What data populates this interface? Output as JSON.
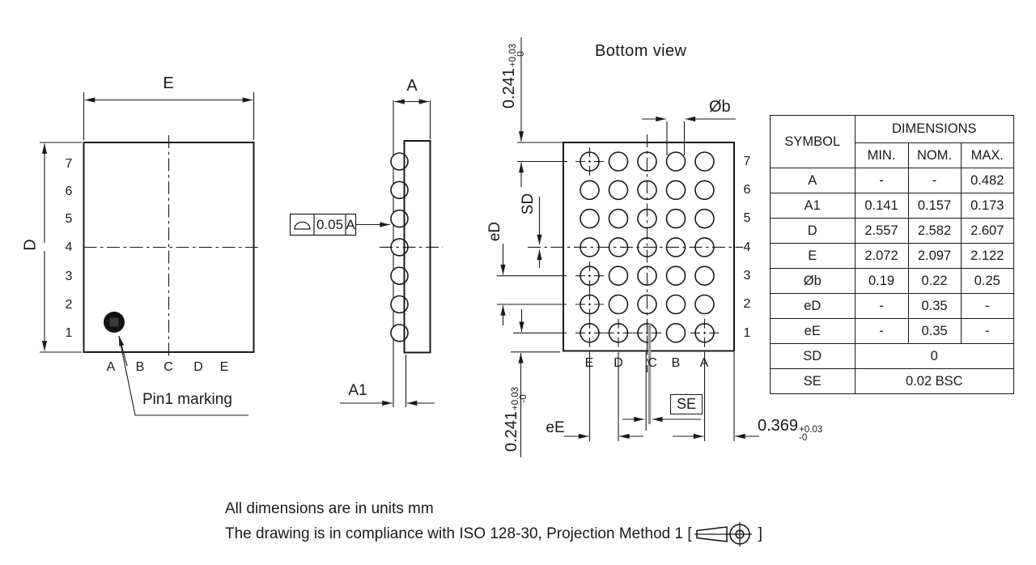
{
  "top_view": {
    "dim_e_label": "E",
    "dim_d_label": "D",
    "row_labels": [
      "7",
      "6",
      "5",
      "4",
      "3",
      "2",
      "1"
    ],
    "col_labels": [
      "A",
      "B",
      "C",
      "D",
      "E"
    ],
    "pin1_label": "Pin1 marking"
  },
  "side_view": {
    "dim_a_label": "A",
    "dim_a1_label": "A1",
    "fcf": {
      "tolerance": "0.05",
      "datum": "A"
    }
  },
  "bottom_view": {
    "title": "Bottom view",
    "row_labels": [
      "7",
      "6",
      "5",
      "4",
      "3",
      "2",
      "1"
    ],
    "col_labels": [
      "E",
      "D",
      "C",
      "B",
      "A"
    ],
    "ob_label": "Øb",
    "sd_label": "SD",
    "ed_label": "eD",
    "ee_label": "eE",
    "se_label": "SE",
    "dim_top": {
      "value": "0.241",
      "plus": "+0.03",
      "minus": "-0"
    },
    "dim_bottom_left": {
      "value": "0.241",
      "plus": "+0.03",
      "minus": "-0"
    },
    "dim_bottom_right": {
      "value": "0.369",
      "plus": "+0.03",
      "minus": "-0"
    }
  },
  "table": {
    "symbol_header": "SYMBOL",
    "dimensions_header": "DIMENSIONS",
    "sub_headers": [
      "MIN.",
      "NOM.",
      "MAX."
    ],
    "rows": [
      {
        "symbol": "A",
        "min": "-",
        "nom": "-",
        "max": "0.482"
      },
      {
        "symbol": "A1",
        "min": "0.141",
        "nom": "0.157",
        "max": "0.173"
      },
      {
        "symbol": "D",
        "min": "2.557",
        "nom": "2.582",
        "max": "2.607"
      },
      {
        "symbol": "E",
        "min": "2.072",
        "nom": "2.097",
        "max": "2.122"
      },
      {
        "symbol": "Øb",
        "min": "0.19",
        "nom": "0.22",
        "max": "0.25"
      },
      {
        "symbol": "eD",
        "min": "-",
        "nom": "0.35",
        "max": "-"
      },
      {
        "symbol": "eE",
        "min": "-",
        "nom": "0.35",
        "max": "-"
      }
    ],
    "span_rows": [
      {
        "symbol": "SD",
        "value": "0"
      },
      {
        "symbol": "SE",
        "value": "0.02 BSC"
      }
    ]
  },
  "notes": {
    "line1": "All dimensions are in units mm",
    "line2_prefix": "The drawing is in compliance with ISO 128-30, Projection Method 1 [",
    "line2_suffix": "]"
  },
  "colors": {
    "line": "#1a1a1a",
    "centerline_gray": "#9a9a9a",
    "background": "#ffffff"
  }
}
